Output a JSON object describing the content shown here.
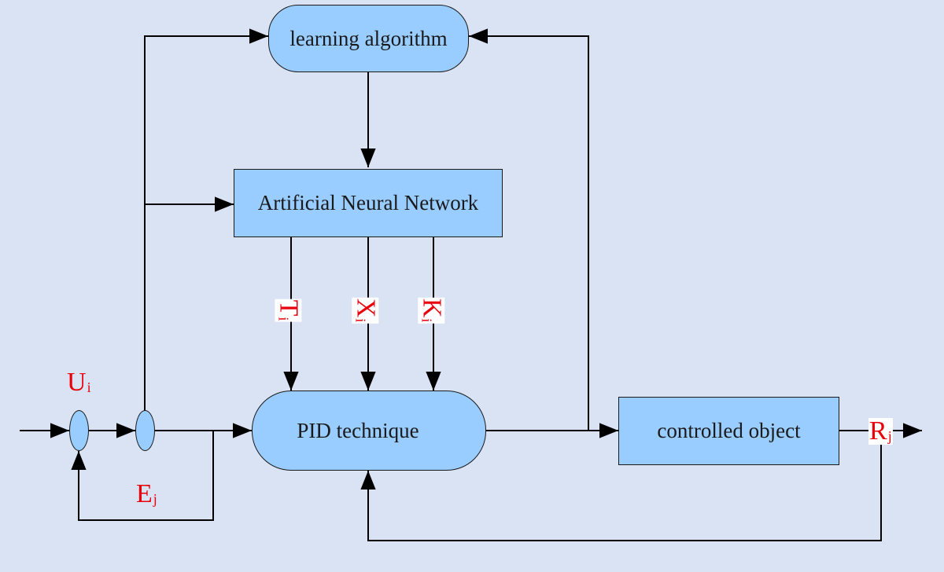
{
  "blocks": {
    "learning": "learning algorithm",
    "ann": "Artificial Neural Network",
    "pid": "PID technique",
    "plant": "controlled object"
  },
  "labels": {
    "u_main": "U",
    "u_sub": "i",
    "e_main": "E",
    "e_sub": "j",
    "r_main": "R",
    "r_sub": "j",
    "t_main": "T",
    "t_sub": "i",
    "x_main": "X",
    "x_sub": "i",
    "k_main": "K",
    "k_sub": "i"
  },
  "colors": {
    "background": "#d9e3f3",
    "block_fill": "#99ccff",
    "label_red": "#e8000b",
    "line": "#000000"
  }
}
